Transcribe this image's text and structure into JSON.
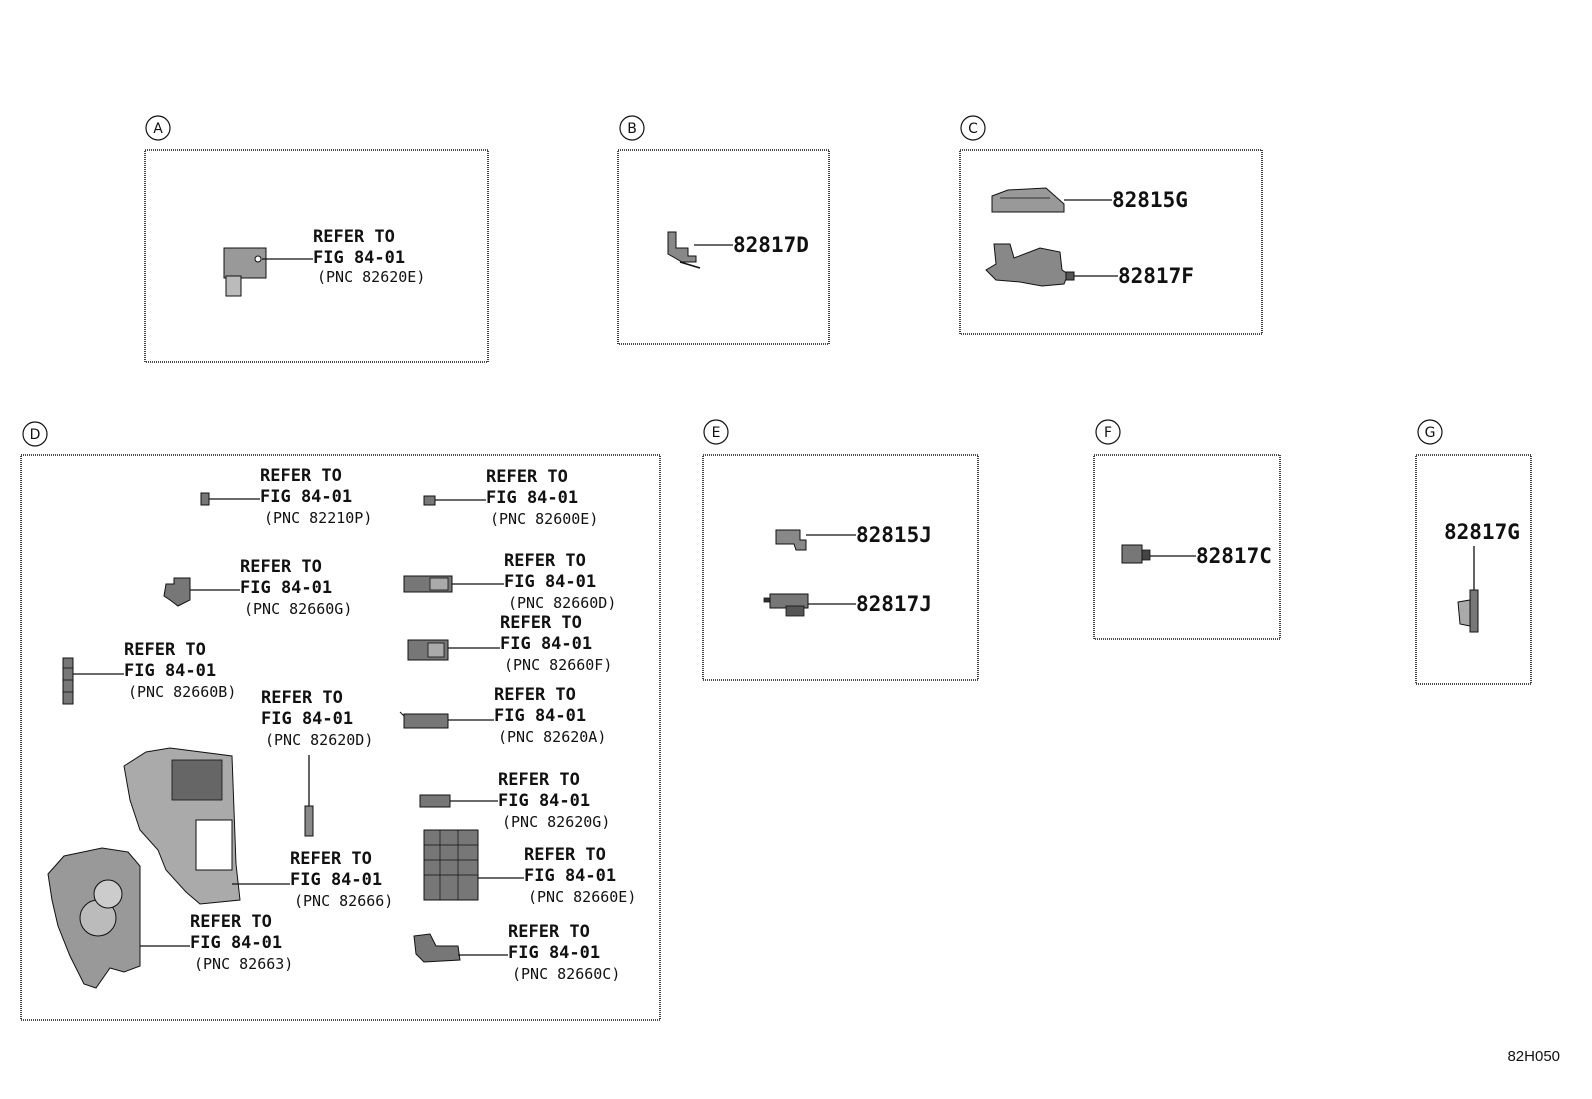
{
  "figure_code": "82H050",
  "refer_label": "REFER TO",
  "fig_label": "FIG 84-01",
  "panels": {
    "A": {
      "letter": "A",
      "refs": [
        {
          "pnc": "(PNC 82620E)"
        }
      ]
    },
    "B": {
      "letter": "B",
      "parts": [
        "82817D"
      ]
    },
    "C": {
      "letter": "C",
      "parts": [
        "82815G",
        "82817F"
      ]
    },
    "D": {
      "letter": "D",
      "refs": [
        {
          "pnc": "(PNC 82210P)"
        },
        {
          "pnc": "(PNC 82600E)"
        },
        {
          "pnc": "(PNC 82660G)"
        },
        {
          "pnc": "(PNC 82660D)"
        },
        {
          "pnc": "(PNC 82660F)"
        },
        {
          "pnc": "(PNC 82660B)"
        },
        {
          "pnc": "(PNC 82620D)"
        },
        {
          "pnc": "(PNC 82620A)"
        },
        {
          "pnc": "(PNC 82620G)"
        },
        {
          "pnc": "(PNC 82666)"
        },
        {
          "pnc": "(PNC 82660E)"
        },
        {
          "pnc": "(PNC 82663)"
        },
        {
          "pnc": "(PNC 82660C)"
        }
      ]
    },
    "E": {
      "letter": "E",
      "parts": [
        "82815J",
        "82817J"
      ]
    },
    "F": {
      "letter": "F",
      "parts": [
        "82817C"
      ]
    },
    "G": {
      "letter": "G",
      "parts": [
        "82817G"
      ]
    }
  },
  "colors": {
    "line": "#111111",
    "fill_dark": "#555555",
    "fill_mid": "#888888",
    "fill_light": "#bbbbbb"
  }
}
